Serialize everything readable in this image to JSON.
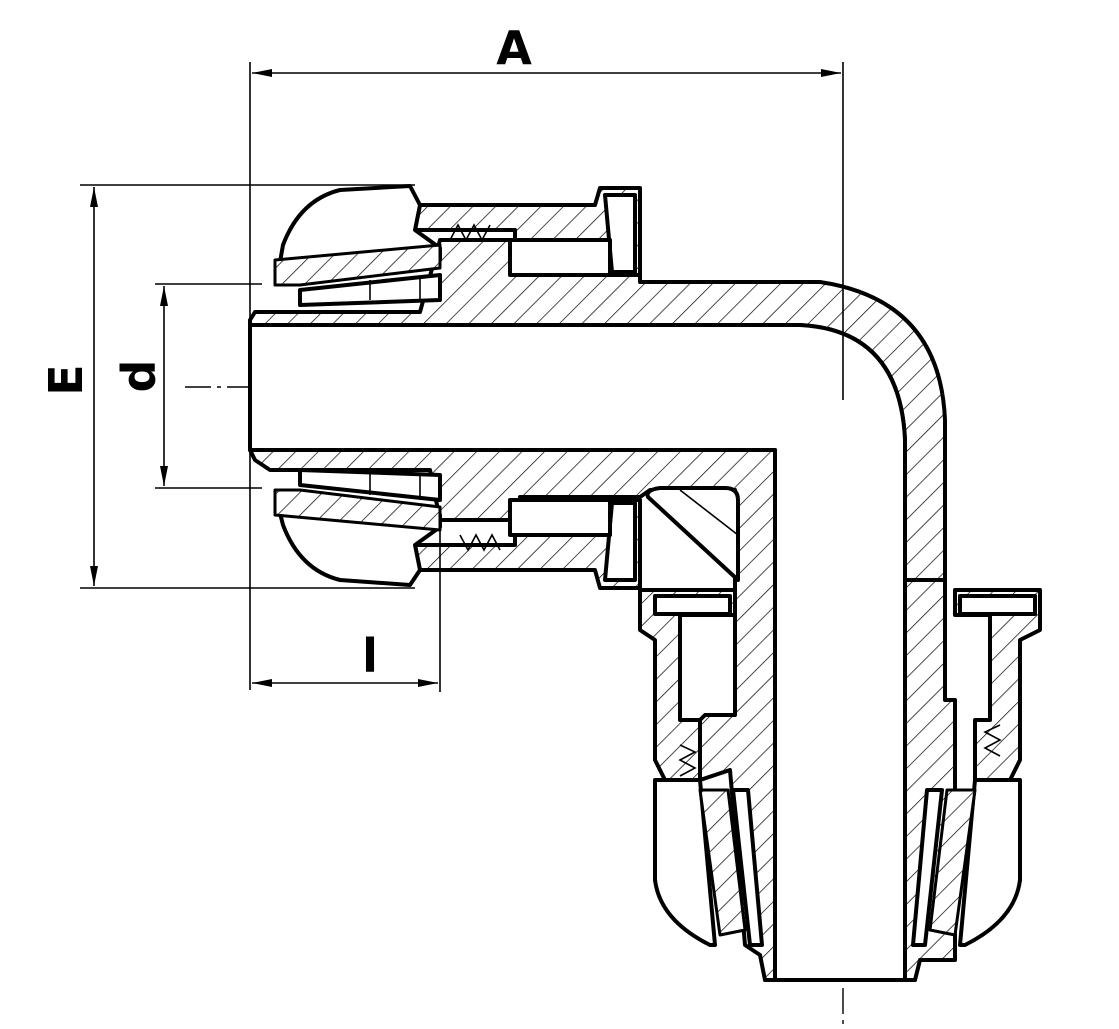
{
  "dimensions": {
    "A": "A",
    "E": "E",
    "d": "d",
    "l": "l"
  }
}
